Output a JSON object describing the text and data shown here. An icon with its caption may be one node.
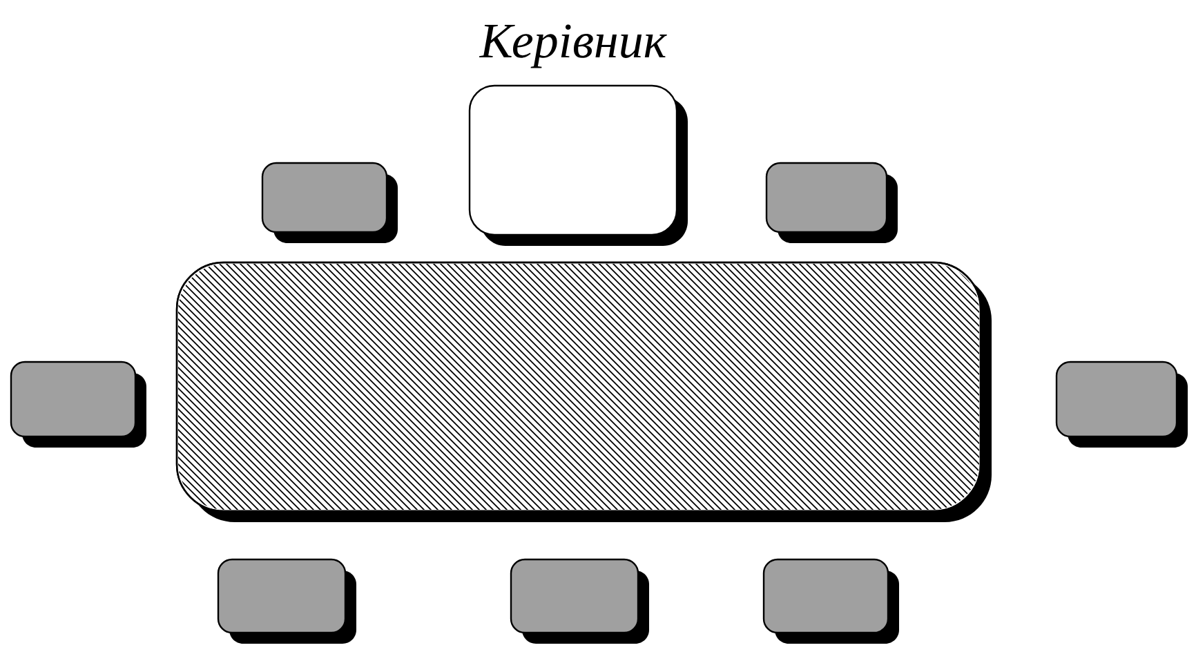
{
  "diagram": {
    "nodes": [
      {
        "text": [],
        "shape": "box",
        "beside": [
          "Керівник"
        ]
      },
      {
        "text": [],
        "shape": "box"
      },
      {
        "text": [],
        "shape": "box"
      },
      {
        "text": [],
        "shape": "box"
      },
      {
        "text": [],
        "shape": "box"
      },
      {
        "text": [],
        "shape": "box"
      },
      {
        "text": [],
        "shape": "box"
      },
      {
        "text": [],
        "shape": "box"
      },
      {
        "text": [],
        "shape": "box"
      }
    ]
  }
}
